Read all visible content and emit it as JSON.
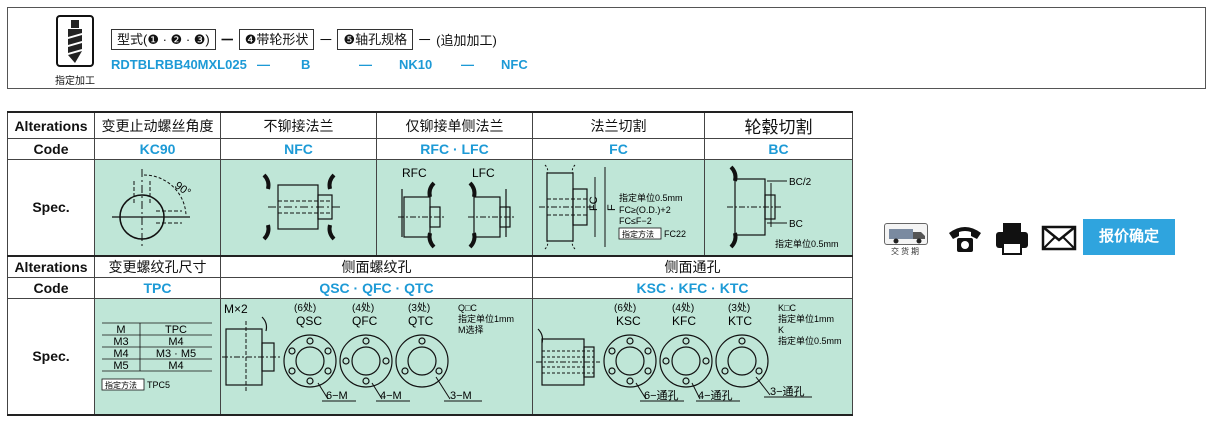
{
  "partnumber": {
    "icon_label": "指定加工",
    "format_label": "型式",
    "format_nums": "(❶ · ❷ · ❸)",
    "field4_label": "❹带轮形状",
    "field5_label": "❺轴孔规格",
    "extra_label": "(追加加工)",
    "dash": "－",
    "values": [
      "RDTBLRBB40MXL025",
      "—",
      "B",
      "—",
      "NK10",
      "—",
      "NFC"
    ]
  },
  "table": {
    "alterations_label": "Alterations",
    "code_label": "Code",
    "spec_label": "Spec.",
    "row1_headers": [
      "变更止动螺丝角度",
      "不铆接法兰",
      "仅铆接单侧法兰",
      "法兰切割",
      "轮毂切割"
    ],
    "row1_codes": [
      "KC90",
      "NFC",
      "RFC · LFC",
      "FC",
      "BC"
    ],
    "row2_headers": [
      "变更螺纹孔尺寸",
      "侧面螺纹孔",
      "侧面通孔"
    ],
    "row2_codes": [
      "TPC",
      "QSC · QFC · QTC",
      "KSC · KFC · KTC"
    ],
    "kc90": {
      "angle": "90°"
    },
    "rfc": {
      "left": "RFC",
      "right": "LFC"
    },
    "fc": {
      "fc_label": "FC",
      "f_label": "F",
      "unit": "指定单位0.5mm",
      "cond1": "FC≥(O.D.)+2",
      "cond2": "FC≤F−2",
      "method_box": "指定方法",
      "method_code": "FC22"
    },
    "bc": {
      "half": "BC/2",
      "label": "BC",
      "unit": "指定单位0.5mm"
    },
    "tpc": {
      "headers": [
        "M",
        "TPC"
      ],
      "rows": [
        [
          "M3",
          "M4"
        ],
        [
          "M4",
          "M3 · M5"
        ],
        [
          "M5",
          "M4"
        ]
      ],
      "method_box": "指定方法",
      "method_code": "TPC5"
    },
    "qsc": {
      "mx2": "M×2",
      "counts": [
        "(6处)",
        "(4处)",
        "(3处)"
      ],
      "codes": [
        "QSC",
        "QFC",
        "QTC"
      ],
      "note1": "Q□C",
      "note2": "指定单位1mm",
      "note3": "M选择",
      "callouts": [
        "6−M",
        "4−M",
        "3−M"
      ]
    },
    "ksc": {
      "counts": [
        "(6处)",
        "(4处)",
        "(3处)"
      ],
      "codes": [
        "KSC",
        "KFC",
        "KTC"
      ],
      "note1": "K□C",
      "note2": "指定单位1mm",
      "note3": "K",
      "note4": "指定单位0.5mm",
      "callouts": [
        "6−通孔",
        "4−通孔",
        "3−通孔"
      ]
    }
  },
  "side": {
    "delivery_label": "交货期",
    "quote_label": "报价确定"
  }
}
